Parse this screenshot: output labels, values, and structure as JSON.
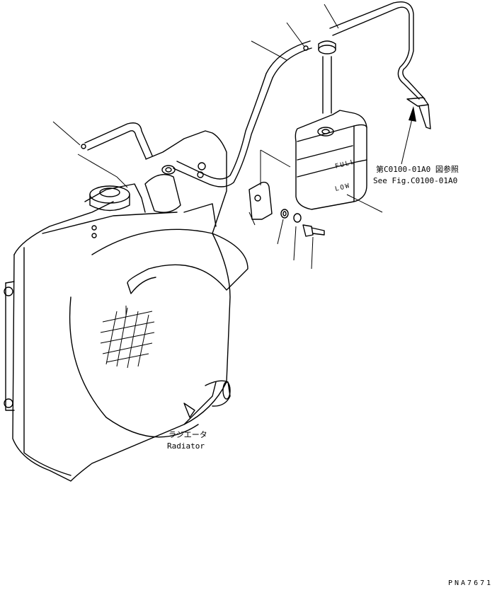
{
  "tank": {
    "full_label": "FULL",
    "low_label": "LOW"
  },
  "reference": {
    "jp": "第C0100-01A0 図参照",
    "en": "See Fig.C0100-01A0"
  },
  "radiator": {
    "jp": "ラジエータ",
    "en": "Radiator"
  },
  "figure_code": "PNA7671"
}
